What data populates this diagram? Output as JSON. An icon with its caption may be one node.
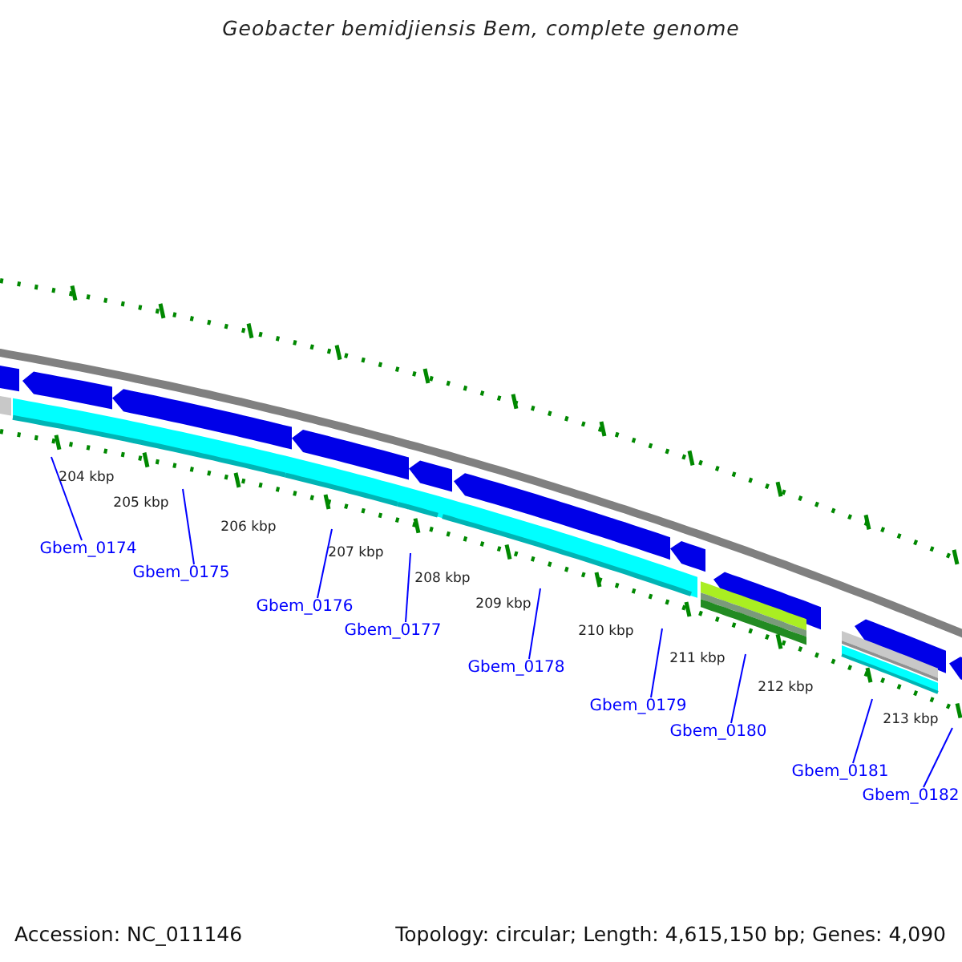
{
  "diagram": {
    "title": "Geobacter bemidjiensis Bem, complete genome",
    "nodes": [
      {
        "text": [
          "Gbem_0174"
        ]
      },
      {
        "text": [
          "Gbem_0175"
        ]
      },
      {
        "text": [
          "Gbem_0176"
        ]
      },
      {
        "text": [
          "Gbem_0177"
        ]
      },
      {
        "text": [
          "Gbem_0178"
        ]
      },
      {
        "text": [
          "Gbem_0179"
        ]
      },
      {
        "text": [
          "Gbem_0180"
        ]
      },
      {
        "text": [
          "Gbem_0181"
        ]
      },
      {
        "text": [
          "Gbem_0182"
        ]
      }
    ],
    "edges": [
      {
        "from": 0,
        "to": null,
        "arrow": "none"
      },
      {
        "from": 1,
        "to": null,
        "arrow": "none"
      },
      {
        "from": 2,
        "to": null,
        "arrow": "none"
      },
      {
        "from": 3,
        "to": null,
        "arrow": "none"
      },
      {
        "from": 4,
        "to": null,
        "arrow": "none"
      },
      {
        "from": 5,
        "to": null,
        "arrow": "none"
      },
      {
        "from": 6,
        "to": null,
        "arrow": "none"
      },
      {
        "from": 7,
        "to": null,
        "arrow": "none"
      },
      {
        "from": 8,
        "to": null,
        "arrow": "none"
      }
    ],
    "labels": [
      "204 kbp",
      "205 kbp",
      "206 kbp",
      "207 kbp",
      "208 kbp",
      "209 kbp",
      "210 kbp",
      "211 kbp",
      "212 kbp",
      "213 kbp",
      "Accession: NC_011146",
      "Topology: circular; Length: 4,615,150 bp; Genes: 4,090"
    ]
  }
}
